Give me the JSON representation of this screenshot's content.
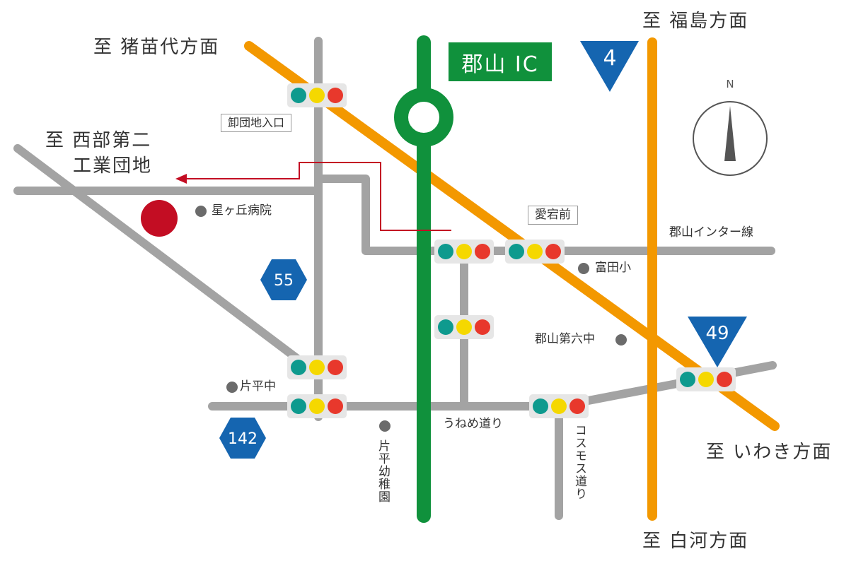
{
  "directions": {
    "inawashiro": "至 猪苗代方面",
    "fukushima": "至 福島方面",
    "seibu_line1": "至 西部第二",
    "seibu_line2": "工業団地",
    "iwaki": "至 いわき方面",
    "shirakawa": "至 白河方面"
  },
  "ic_sign": "郡山 IC",
  "route_shields": {
    "r4": "4",
    "r49": "49",
    "r55": "55",
    "r142": "142"
  },
  "north": "N",
  "intersections": {
    "oroshi": "卸団地入口",
    "atago": "愛宕前"
  },
  "roads": {
    "koriyama_inter": "郡山インター線",
    "uneme": "うねめ道り",
    "cosmos": "コスモス道り"
  },
  "landmarks": {
    "hoshigaoka": "星ヶ丘病院",
    "tomita": "富田小",
    "dairoku": "郡山第六中",
    "katahira_chu": "片平中",
    "katahira_yochien": "片平幼稚園"
  },
  "colors": {
    "expressway": "#10913c",
    "national_route": "#f39800",
    "local_road": "#a3a3a3",
    "destination": "#c30d23",
    "shield_blue": "#1565b0",
    "signal_teal": "#0e9a8e",
    "signal_yellow": "#f5d800",
    "signal_red": "#e8382c"
  }
}
